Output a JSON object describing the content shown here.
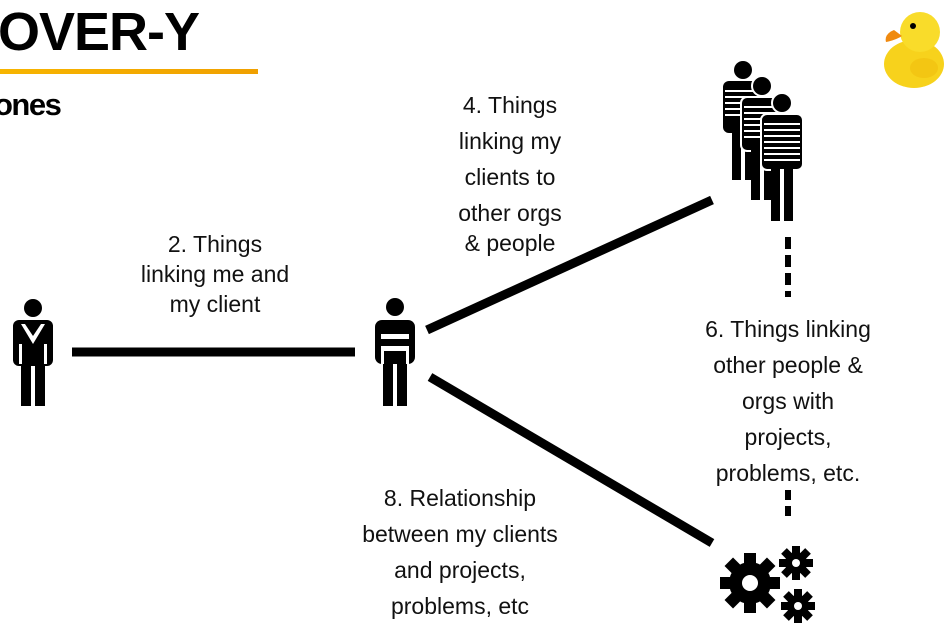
{
  "slide": {
    "title": "OVER-Y",
    "subtitle": "ones",
    "accent_color": "#f7b500"
  },
  "labels": {
    "label_2": [
      "2. Things",
      "linking me and",
      "my client"
    ],
    "label_4": [
      "4. Things",
      "linking my",
      "clients to",
      "other orgs",
      "& people"
    ],
    "label_6": [
      "6. Things linking",
      "other people &",
      "orgs with",
      "projects,",
      "problems, etc."
    ],
    "label_8": [
      "8. Relationship",
      "between my clients",
      "and projects,",
      "problems, etc"
    ]
  },
  "icons": {
    "me": "person-tie-icon",
    "client": "person-striped-icon",
    "people_group": "people-group-icon",
    "projects": "gears-icon",
    "mascot": "rubber-duck-icon"
  }
}
